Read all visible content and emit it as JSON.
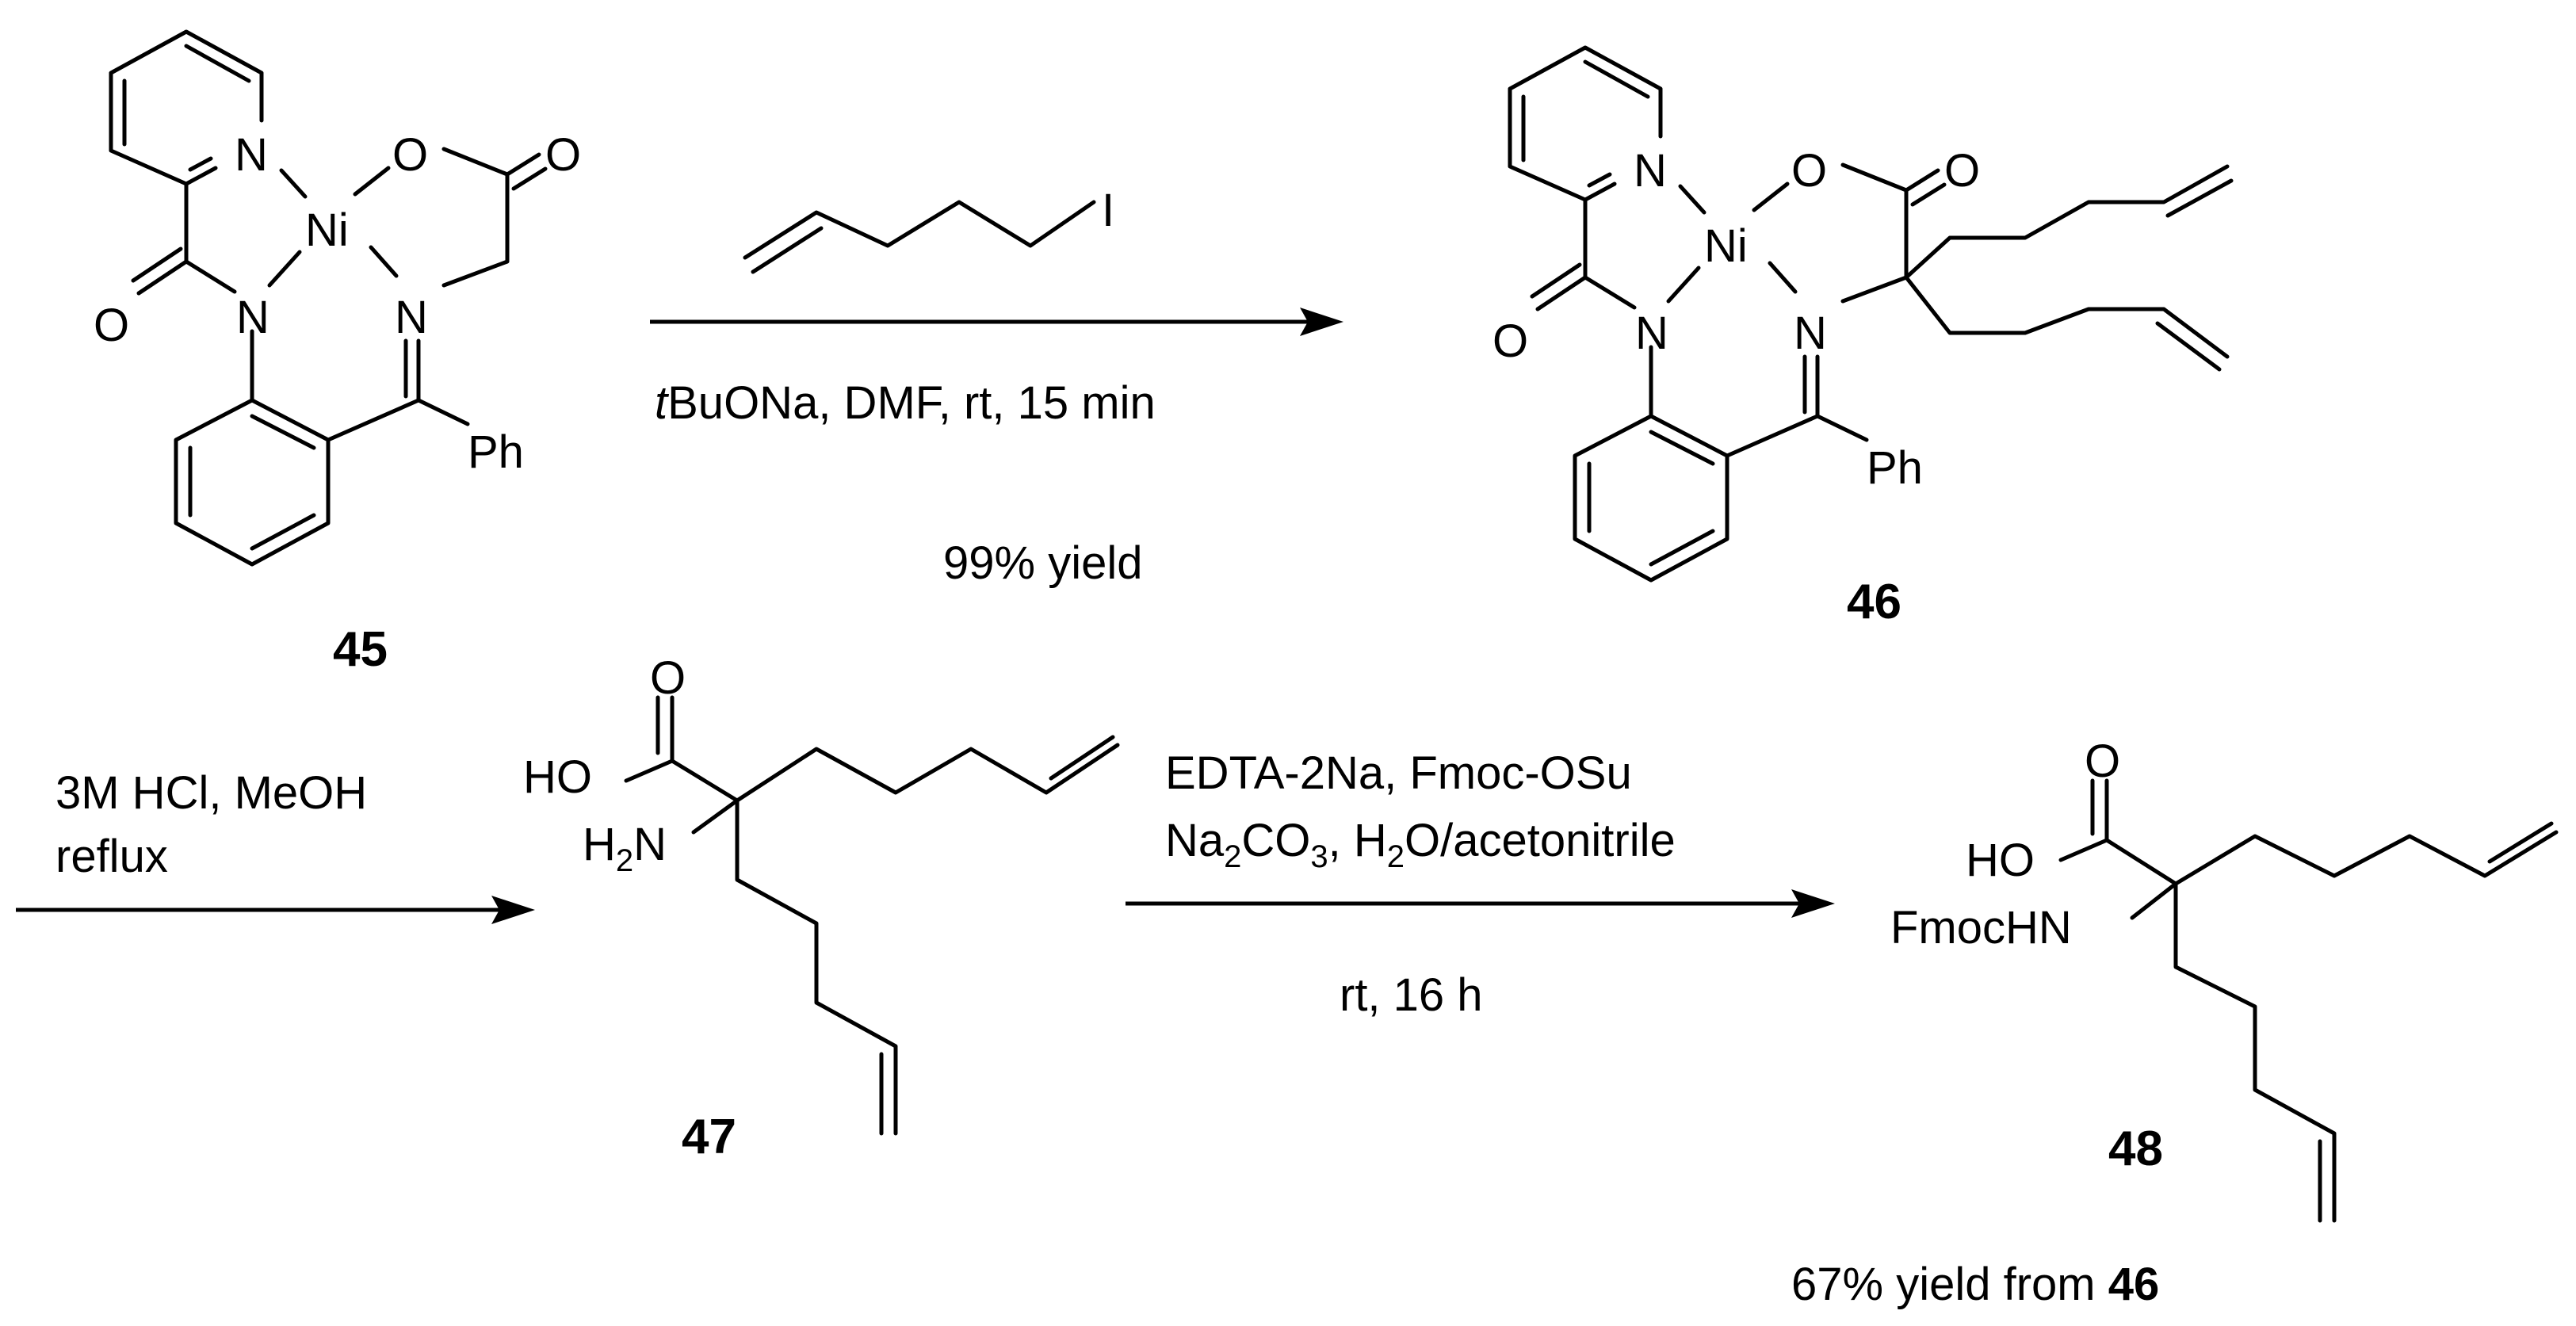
{
  "compounds": {
    "c45": {
      "number": "45",
      "atoms": {
        "N_pyr": "N",
        "Ni": "Ni",
        "O_ring": "O",
        "O_carbonyl": "O",
        "O_amide": "O",
        "N_amide": "N",
        "N_imine": "N",
        "Ph": "Ph"
      }
    },
    "c46": {
      "number": "46",
      "atoms": {
        "N_pyr": "N",
        "Ni": "Ni",
        "O_ring": "O",
        "O_carbonyl": "O",
        "O_amide": "O",
        "N_amide": "N",
        "N_imine": "N",
        "Ph": "Ph"
      }
    },
    "c47": {
      "number": "47",
      "atoms": {
        "O_carbonyl": "O",
        "HO": "HO",
        "H2N_H": "H",
        "H2N_sub": "2",
        "H2N_N": "N"
      }
    },
    "c48": {
      "number": "48",
      "atoms": {
        "O_carbonyl": "O",
        "HO": "HO",
        "NH": "FmocHN"
      }
    }
  },
  "reagent_1": {
    "iodide": "I"
  },
  "step_1": {
    "conditions_italic": "t",
    "conditions": "BuONa, DMF, rt, 15 min",
    "yield": "99% yield"
  },
  "step_2": {
    "line1": "3M HCl, MeOH",
    "line2": "reflux"
  },
  "step_3": {
    "line1": "EDTA-2Na, Fmoc-OSu",
    "line2_a": "Na",
    "line2_b": "2",
    "line2_c": "CO",
    "line2_d": "3",
    "line2_e": ", H",
    "line2_f": "2",
    "line2_g": "O/acetonitrile",
    "line3": "rt, 16 h"
  },
  "final_yield": {
    "text": "67% yield from ",
    "ref": "46"
  }
}
